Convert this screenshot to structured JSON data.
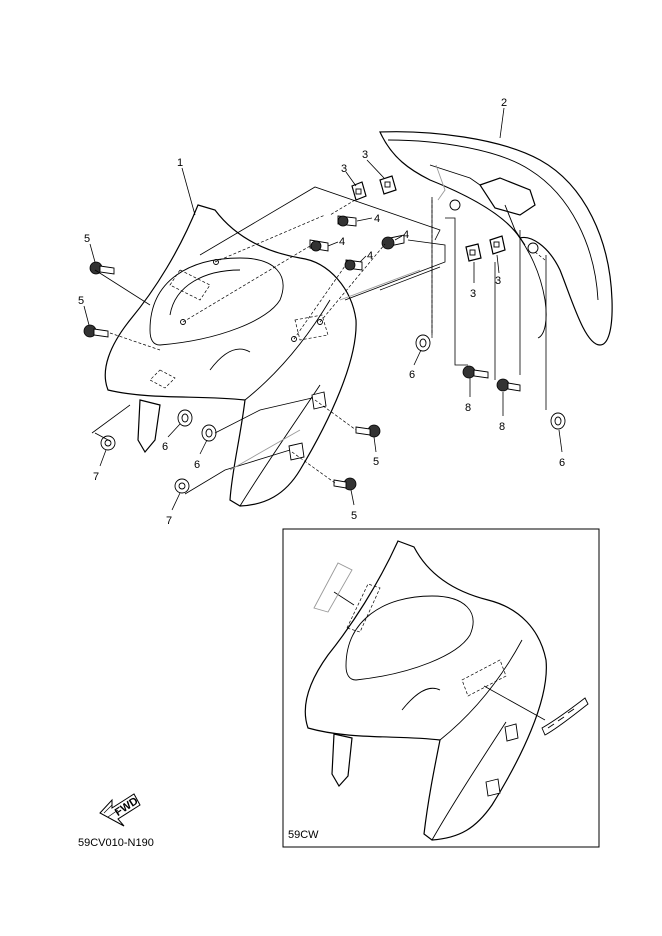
{
  "diagram": {
    "callouts": [
      {
        "id": "c1",
        "label": "1"
      },
      {
        "id": "c2",
        "label": "2"
      },
      {
        "id": "c3a",
        "label": "3"
      },
      {
        "id": "c3b",
        "label": "3"
      },
      {
        "id": "c3c",
        "label": "3"
      },
      {
        "id": "c3d",
        "label": "3"
      },
      {
        "id": "c4a",
        "label": "4"
      },
      {
        "id": "c4b",
        "label": "4"
      },
      {
        "id": "c4c",
        "label": "4"
      },
      {
        "id": "c4d",
        "label": "4"
      },
      {
        "id": "c5a",
        "label": "5"
      },
      {
        "id": "c5b",
        "label": "5"
      },
      {
        "id": "c5c",
        "label": "5"
      },
      {
        "id": "c5d",
        "label": "5"
      },
      {
        "id": "c6a",
        "label": "6"
      },
      {
        "id": "c6b",
        "label": "6"
      },
      {
        "id": "c6c",
        "label": "6"
      },
      {
        "id": "c6d",
        "label": "6"
      },
      {
        "id": "c7a",
        "label": "7"
      },
      {
        "id": "c7b",
        "label": "7"
      },
      {
        "id": "c8a",
        "label": "8"
      },
      {
        "id": "c8b",
        "label": "8"
      }
    ],
    "inset_label": "59CW",
    "fwd_label": "FWD",
    "drawing_code": "59CV010-N190"
  }
}
